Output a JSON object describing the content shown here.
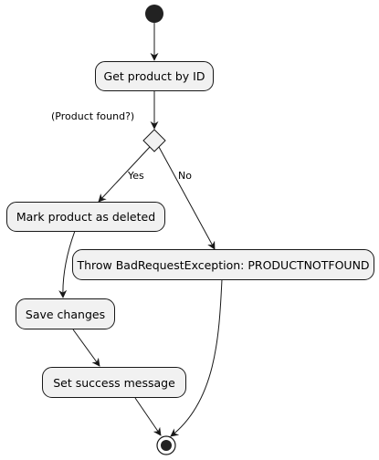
{
  "diagram": {
    "type": "activity",
    "start": {
      "kind": "initial-node"
    },
    "actions": [
      {
        "id": "get",
        "label": "Get product by ID"
      },
      {
        "id": "mark",
        "label": "Mark product as deleted"
      },
      {
        "id": "throw",
        "label": "Throw BadRequestException: PRODUCTNOTFOUND"
      },
      {
        "id": "save",
        "label": "Save changes"
      },
      {
        "id": "success",
        "label": "Set success message"
      }
    ],
    "decision": {
      "condition": "(Product found?)",
      "yes_label": "Yes",
      "no_label": "No"
    },
    "edges": [
      {
        "from": "start",
        "to": "get"
      },
      {
        "from": "get",
        "to": "decision"
      },
      {
        "from": "decision",
        "to": "mark",
        "label": "Yes"
      },
      {
        "from": "decision",
        "to": "throw",
        "label": "No"
      },
      {
        "from": "mark",
        "to": "save"
      },
      {
        "from": "save",
        "to": "success"
      },
      {
        "from": "success",
        "to": "end"
      },
      {
        "from": "throw",
        "to": "end"
      }
    ],
    "end": {
      "kind": "final-node"
    },
    "colors": {
      "node_fill": "#f1f1f1",
      "stroke": "#181818",
      "dot": "#222222"
    }
  }
}
